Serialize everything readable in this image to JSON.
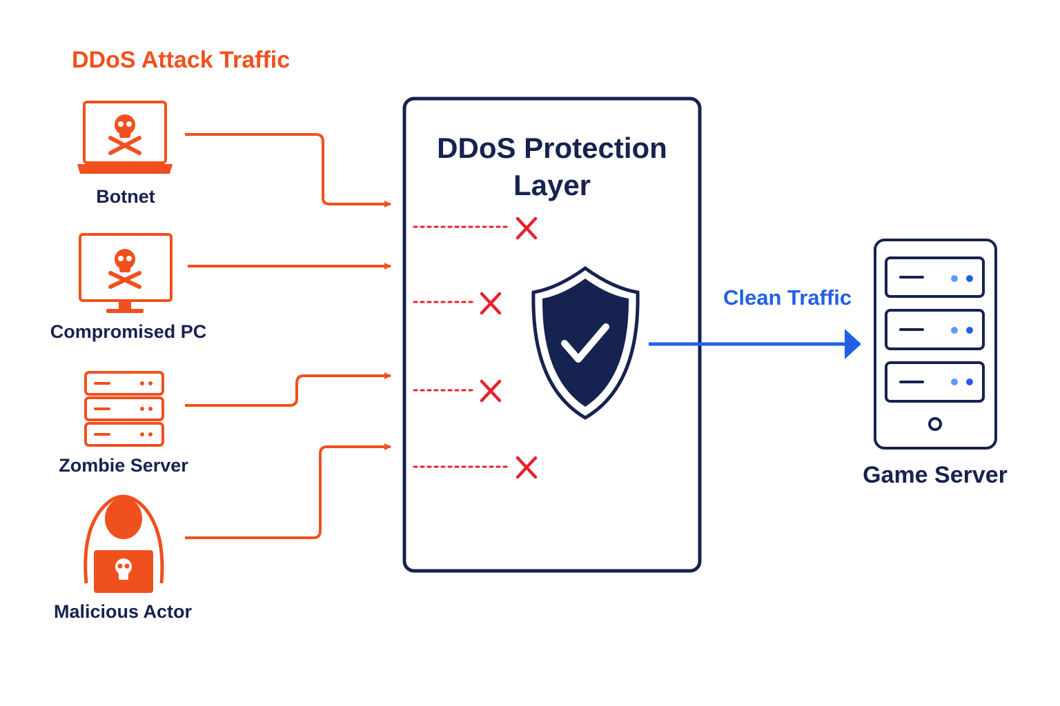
{
  "colors": {
    "attack": "#f0501e",
    "navy": "#16224f",
    "clean": "#2160e6",
    "block": "#e8202a",
    "led": "#5b9bff"
  },
  "attack": {
    "title": "DDoS Attack Traffic",
    "sources": [
      {
        "label": "Botnet",
        "icon": "laptop-skull-icon"
      },
      {
        "label": "Compromised PC",
        "icon": "monitor-skull-icon"
      },
      {
        "label": "Zombie Server",
        "icon": "server-rack-icon"
      },
      {
        "label": "Malicious Actor",
        "icon": "hooded-hacker-icon"
      }
    ]
  },
  "protection": {
    "title_line1": "DDoS Protection",
    "title_line2": "Layer",
    "icon": "shield-check-icon",
    "blocked_icon": "x-mark-icon"
  },
  "clean_traffic": {
    "label": "Clean Traffic"
  },
  "game_server": {
    "label": "Game Server",
    "icon": "server-tower-icon"
  }
}
